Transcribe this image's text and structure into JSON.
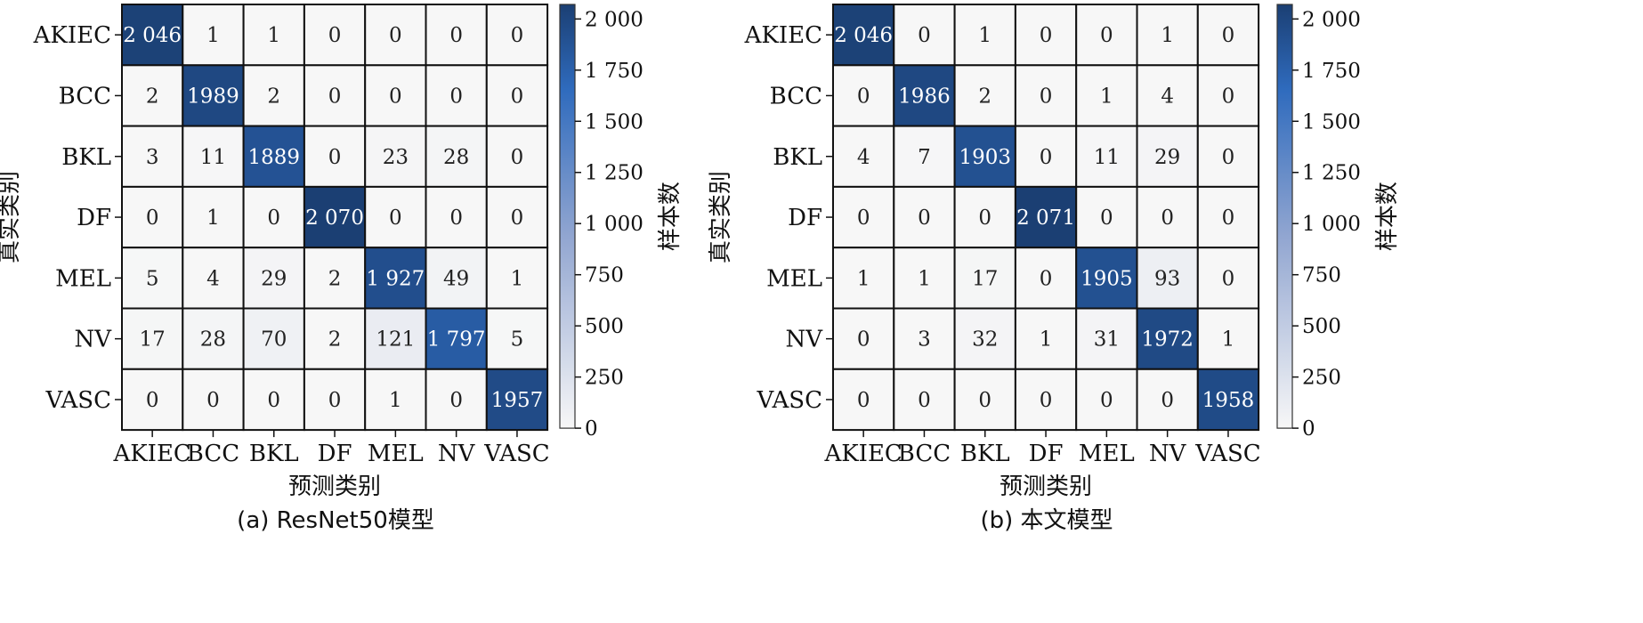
{
  "figure": {
    "panels": [
      {
        "caption": "(a) ResNet50模型",
        "xlabel": "预测类别",
        "ylabel": "真实类别",
        "colorbar_label": "样本数",
        "colorbar_ticks": [
          "0",
          "250",
          "500",
          "750",
          "1 000",
          "1 250",
          "1 500",
          "1 750",
          "2 000"
        ],
        "cell_labels": [
          [
            "2 046",
            "1",
            "1",
            "0",
            "0",
            "0",
            "0"
          ],
          [
            "2",
            "1989",
            "2",
            "0",
            "0",
            "0",
            "0"
          ],
          [
            "3",
            "11",
            "1889",
            "0",
            "23",
            "28",
            "0"
          ],
          [
            "0",
            "1",
            "0",
            "2 070",
            "0",
            "0",
            "0"
          ],
          [
            "5",
            "4",
            "29",
            "2",
            "1 927",
            "49",
            "1"
          ],
          [
            "17",
            "28",
            "70",
            "2",
            "121",
            "1 797",
            "5"
          ],
          [
            "0",
            "0",
            "0",
            "0",
            "1",
            "0",
            "1957"
          ]
        ]
      },
      {
        "caption": "(b) 本文模型",
        "xlabel": "预测类别",
        "ylabel": "真实类别",
        "colorbar_label": "样本数",
        "colorbar_ticks": [
          "0",
          "250",
          "500",
          "750",
          "1 000",
          "1 250",
          "1 500",
          "1 750",
          "2 000"
        ],
        "cell_labels": [
          [
            "2 046",
            "0",
            "1",
            "0",
            "0",
            "1",
            "0"
          ],
          [
            "0",
            "1986",
            "2",
            "0",
            "1",
            "4",
            "0"
          ],
          [
            "4",
            "7",
            "1903",
            "0",
            "11",
            "29",
            "0"
          ],
          [
            "0",
            "0",
            "0",
            "2 071",
            "0",
            "0",
            "0"
          ],
          [
            "1",
            "1",
            "17",
            "0",
            "1905",
            "93",
            "0"
          ],
          [
            "0",
            "3",
            "32",
            "1",
            "31",
            "1972",
            "1"
          ],
          [
            "0",
            "0",
            "0",
            "0",
            "0",
            "0",
            "1958"
          ]
        ]
      }
    ]
  },
  "chart_data": [
    {
      "type": "heatmap",
      "title": "(a) ResNet50模型",
      "xlabel": "预测类别",
      "ylabel": "真实类别",
      "x_categories": [
        "AKIEC",
        "BCC",
        "BKL",
        "DF",
        "MEL",
        "NV",
        "VASC"
      ],
      "y_categories": [
        "AKIEC",
        "BCC",
        "BKL",
        "DF",
        "MEL",
        "NV",
        "VASC"
      ],
      "values": [
        [
          2046,
          1,
          1,
          0,
          0,
          0,
          0
        ],
        [
          2,
          1989,
          2,
          0,
          0,
          0,
          0
        ],
        [
          3,
          11,
          1889,
          0,
          23,
          28,
          0
        ],
        [
          0,
          1,
          0,
          2070,
          0,
          0,
          0
        ],
        [
          5,
          4,
          29,
          2,
          1927,
          49,
          1
        ],
        [
          17,
          28,
          70,
          2,
          121,
          1797,
          5
        ],
        [
          0,
          0,
          0,
          0,
          1,
          0,
          1957
        ]
      ],
      "colorbar": {
        "label": "样本数",
        "min": 0,
        "max": 2071,
        "ticks": [
          0,
          250,
          500,
          750,
          1000,
          1250,
          1500,
          1750,
          2000
        ]
      },
      "colormap": {
        "low": "#f7f7f7",
        "mid": "#92a6d1",
        "high": "#1b3f73",
        "accent": "#2f6bbd"
      }
    },
    {
      "type": "heatmap",
      "title": "(b) 本文模型",
      "xlabel": "预测类别",
      "ylabel": "真实类别",
      "x_categories": [
        "AKIEC",
        "BCC",
        "BKL",
        "DF",
        "MEL",
        "NV",
        "VASC"
      ],
      "y_categories": [
        "AKIEC",
        "BCC",
        "BKL",
        "DF",
        "MEL",
        "NV",
        "VASC"
      ],
      "values": [
        [
          2046,
          0,
          1,
          0,
          0,
          1,
          0
        ],
        [
          0,
          1986,
          2,
          0,
          1,
          4,
          0
        ],
        [
          4,
          7,
          1903,
          0,
          11,
          29,
          0
        ],
        [
          0,
          0,
          0,
          2071,
          0,
          0,
          0
        ],
        [
          1,
          1,
          17,
          0,
          1905,
          93,
          0
        ],
        [
          0,
          3,
          32,
          1,
          31,
          1972,
          1
        ],
        [
          0,
          0,
          0,
          0,
          0,
          0,
          1958
        ]
      ],
      "colorbar": {
        "label": "样本数",
        "min": 0,
        "max": 2071,
        "ticks": [
          0,
          250,
          500,
          750,
          1000,
          1250,
          1500,
          1750,
          2000
        ]
      },
      "colormap": {
        "low": "#f7f7f7",
        "mid": "#92a6d1",
        "high": "#1b3f73",
        "accent": "#2f6bbd"
      }
    }
  ]
}
